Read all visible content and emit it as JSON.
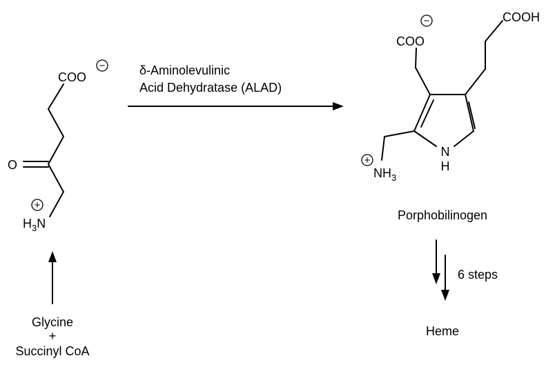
{
  "ala": {
    "carboxylate": "COO",
    "carbonyl_o": "O",
    "amine_h": "H",
    "amine_sub": "3",
    "amine_n": "N",
    "charge_neg": "−",
    "charge_pos": "+"
  },
  "precursors": {
    "line1": "Glycine",
    "line2": "+",
    "line3": "Succinyl CoA"
  },
  "enzyme": {
    "line1": "δ-Aminolevulinic",
    "line2": "Acid Dehydratase (ALAD)"
  },
  "pbg": {
    "carboxylate": "COO",
    "cooh": "COOH",
    "ring_n": "N",
    "ring_h": "H",
    "amine_nh": "NH",
    "amine_sub": "3",
    "charge_neg": "−",
    "charge_pos": "+",
    "name": "Porphobilinogen"
  },
  "steps_label": "6 steps",
  "heme_label": "Heme"
}
